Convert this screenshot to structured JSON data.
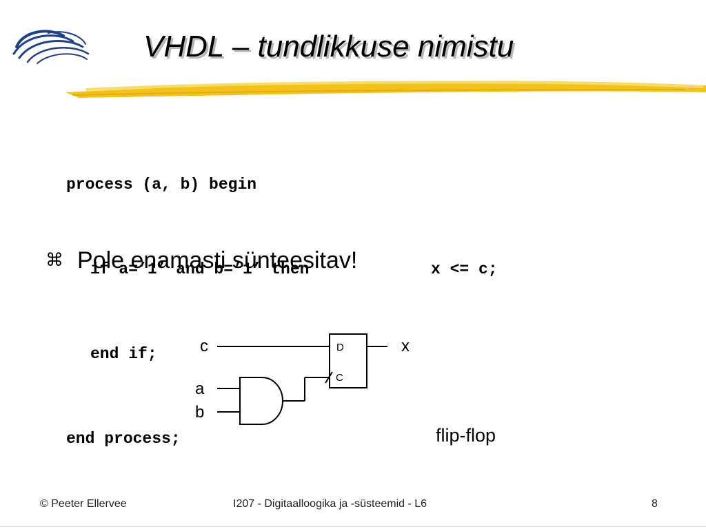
{
  "slide": {
    "title": "VHDL – tundlikkuse nimistu",
    "logo_icon": "stylized-swirl-logo-icon",
    "accent_color": "#f3c21a",
    "logo_color": "#1f3f8f"
  },
  "code": {
    "lines": [
      "process (a, b) begin",
      "if a=’1’ and b=’1’ then",
      "x <= c;",
      "end if;",
      "end process;"
    ]
  },
  "bullet": {
    "icon": "command-key-bullet-icon",
    "symbol": "⌘",
    "text": "Pole enamasti sünteesitav!"
  },
  "circuit": {
    "labels": {
      "c": "c",
      "a": "a",
      "b": "b",
      "x": "x",
      "d_pin": "D",
      "c_pin": "C"
    },
    "caption": "flip-flop"
  },
  "footer": {
    "left": "© Peeter Ellervee",
    "center": "I207 - Digitaalloogika ja -süsteemid - L6",
    "page": "8"
  }
}
